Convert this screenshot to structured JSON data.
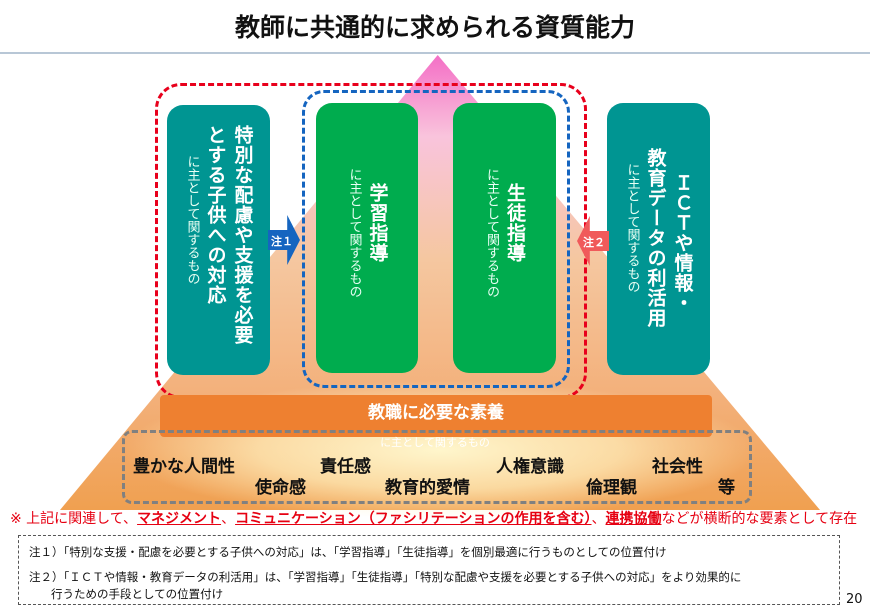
{
  "title": "教師に共通的に求められる資質能力",
  "pillars": [
    {
      "main": [
        "特別な配慮や支援を必要",
        "とする子供への対応"
      ],
      "sub": "に主として関するもの"
    },
    {
      "main": [
        "学習指導"
      ],
      "sub": "に主として関するもの"
    },
    {
      "main": [
        "生徒指導"
      ],
      "sub": "に主として関するもの"
    },
    {
      "main": [
        "ＩＣＴや情報・",
        "教育データの利活用"
      ],
      "sub": "に主として関するもの"
    }
  ],
  "arrows": {
    "note1": "注１",
    "note2": "注２"
  },
  "base": {
    "title": "教職に必要な素養",
    "sub": "に主として関するもの",
    "qualities": [
      "豊かな人間性",
      "使命感",
      "責任感",
      "教育的愛情",
      "人権意識",
      "倫理観",
      "社会性",
      "等"
    ]
  },
  "cross_note": {
    "prefix": "※ 上記に関連して、",
    "k1": "マネジメント",
    "sep1": "、",
    "k2": "コミュニケーション（ファシリテーションの作用を含む）",
    "sep2": "、",
    "k3": "連携協働",
    "suffix": "などが横断的な要素として存在"
  },
  "notes": [
    "注１）「特別な支援・配慮を必要とする子供への対応」は、「学習指導」「生徒指導」を個別最適に行うものとしての位置付け",
    "注２）「ＩＣＴや情報・教育データの利活用」は、「学習指導」「生徒指導」「特別な配慮や支援を必要とする子供への対応」をより効果的に",
    "行うための手段としての位置付け"
  ],
  "page_number": "20",
  "colors": {
    "teal": "#009592",
    "green": "#00ac4e",
    "orange": "#ee8030",
    "red": "#e8001c",
    "blue": "#1565c0"
  }
}
